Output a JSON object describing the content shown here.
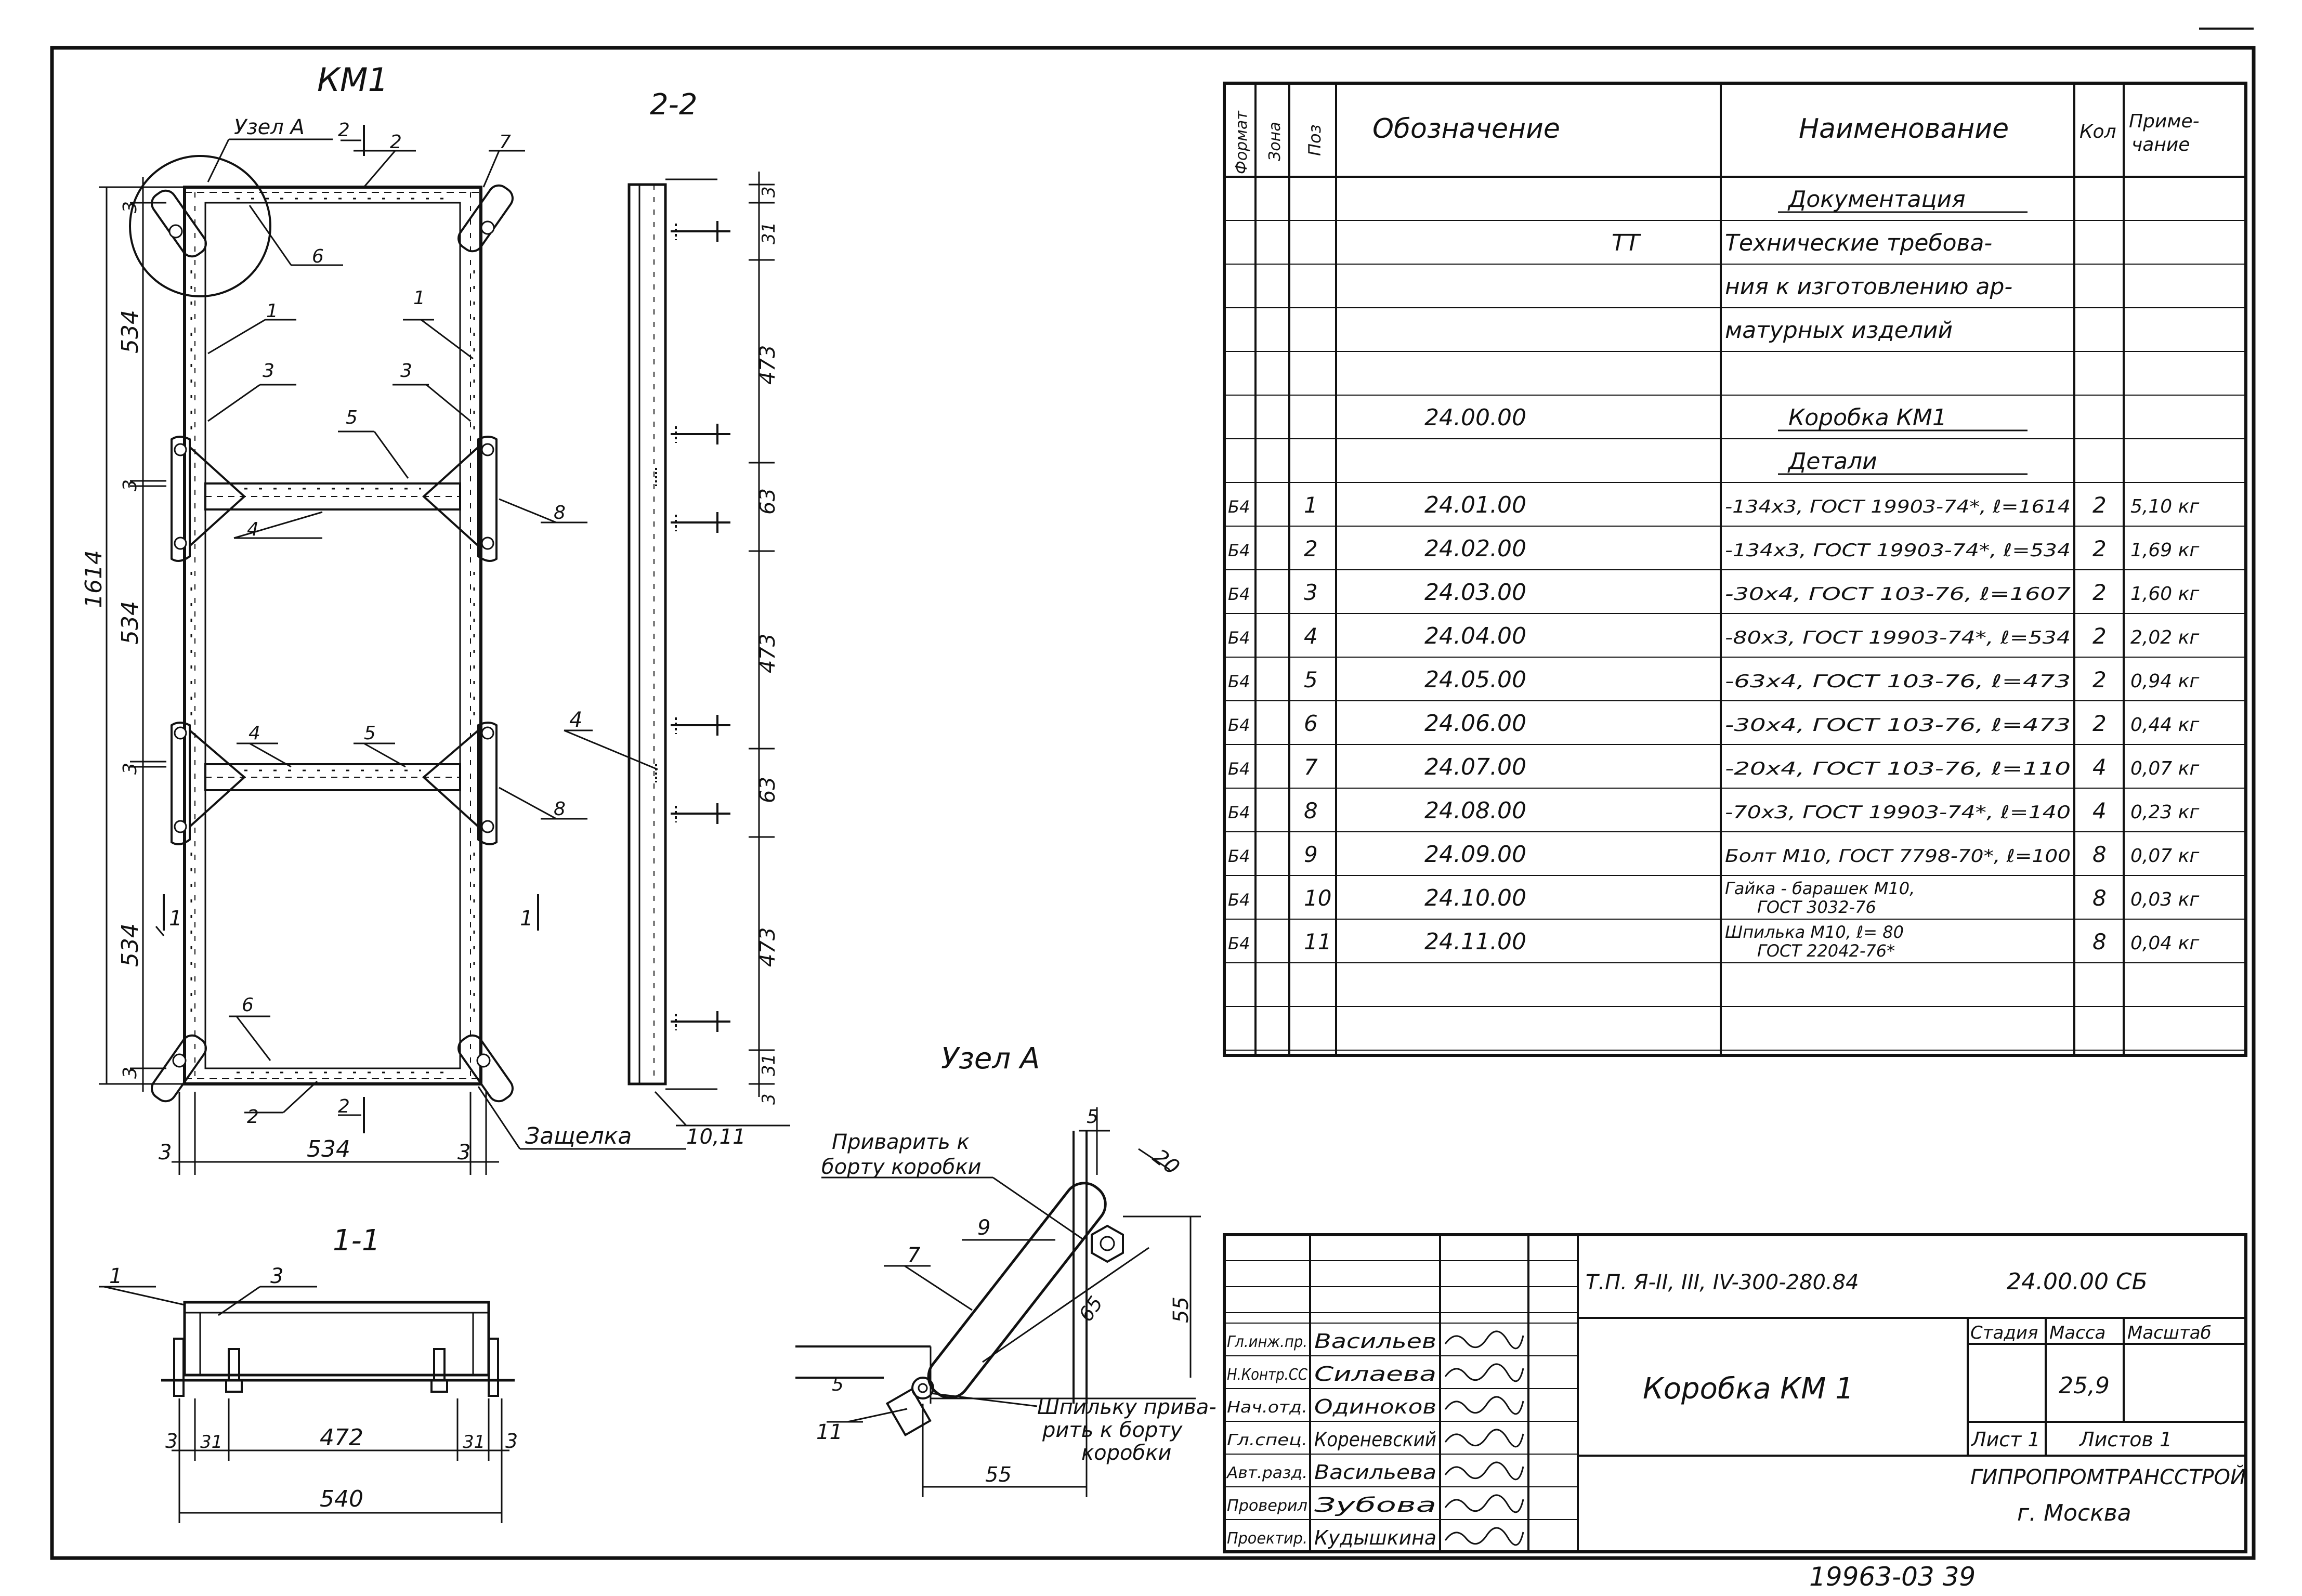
{
  "drawing": {
    "main_title": "КМ1",
    "node_a_ref": "Узел А",
    "sec22_title": "2-2",
    "sec11_title": "1-1",
    "node_a_title": "Узел А",
    "sec_marks": {
      "two": "2",
      "one": "1"
    },
    "main_labels": {
      "p1": "1",
      "p2": "2",
      "p3": "3",
      "p4": "4",
      "p5": "5",
      "p6": "6",
      "p7": "7",
      "p8": "8"
    },
    "main_dims": {
      "d3": "3",
      "d534": "534",
      "d1614": "1614"
    },
    "latch_label": "Защелка",
    "sec22_labels": {
      "p4": "4",
      "p1011": "10,11"
    },
    "sec22_dims": {
      "d3": "3",
      "d31": "31",
      "d473": "473",
      "d63": "63"
    },
    "sec11_labels": {
      "p1": "1",
      "p3": "3"
    },
    "sec11_dims": {
      "d3": "3",
      "d31": "31",
      "d472": "472",
      "d540": "540"
    },
    "node_labels": {
      "p7": "7",
      "p9": "9",
      "p11": "11"
    },
    "node_dims": {
      "d5": "5",
      "d20": "20",
      "d55": "55",
      "d65": "65"
    },
    "node_notes": {
      "weld1_l1": "Приварить к",
      "weld1_l2": "борту коробки",
      "weld2_l1": "Шпильку прива-",
      "weld2_l2": "рить к борту",
      "weld2_l3": "коробки"
    }
  },
  "spec": {
    "headers": {
      "format": "Формат",
      "zone": "Зона",
      "pos": "Поз",
      "designation": "Обозначение",
      "name": "Наименование",
      "qty": "Кол",
      "note_l1": "Приме-",
      "note_l2": "чание"
    },
    "doc_rows": [
      {
        "designation": "",
        "name": "Документация",
        "underline": true
      },
      {
        "designation": "ТТ",
        "name": "Технические требова-",
        "underline": false
      },
      {
        "designation": "",
        "name": "ния к изготовлению ар-",
        "underline": false
      },
      {
        "designation": "",
        "name": "матурных изделий",
        "underline": false
      },
      {
        "designation": "",
        "name": "",
        "underline": false
      },
      {
        "designation": "24.00.00",
        "name": "Коробка КМ1",
        "underline": true
      },
      {
        "designation": "",
        "name": "Детали",
        "underline": true
      }
    ],
    "parts": [
      {
        "format": "Б4",
        "pos": "1",
        "designation": "24.01.00",
        "name": "-134х3, ГОСТ 19903-74*, ℓ=1614",
        "qty": "2",
        "note": "5,10 кг"
      },
      {
        "format": "Б4",
        "pos": "2",
        "designation": "24.02.00",
        "name": "-134х3, ГОСТ 19903-74*, ℓ=534",
        "qty": "2",
        "note": "1,69 кг"
      },
      {
        "format": "Б4",
        "pos": "3",
        "designation": "24.03.00",
        "name": "-30х4, ГОСТ 103-76, ℓ=1607",
        "qty": "2",
        "note": "1,60 кг"
      },
      {
        "format": "Б4",
        "pos": "4",
        "designation": "24.04.00",
        "name": "-80х3, ГОСТ 19903-74*, ℓ=534",
        "qty": "2",
        "note": "2,02 кг"
      },
      {
        "format": "Б4",
        "pos": "5",
        "designation": "24.05.00",
        "name": "-63х4, ГОСТ 103-76, ℓ=473",
        "qty": "2",
        "note": "0,94 кг"
      },
      {
        "format": "Б4",
        "pos": "6",
        "designation": "24.06.00",
        "name": "-30х4, ГОСТ 103-76, ℓ=473",
        "qty": "2",
        "note": "0,44 кг"
      },
      {
        "format": "Б4",
        "pos": "7",
        "designation": "24.07.00",
        "name": "-20х4, ГОСТ 103-76, ℓ=110",
        "qty": "4",
        "note": "0,07 кг"
      },
      {
        "format": "Б4",
        "pos": "8",
        "designation": "24.08.00",
        "name": "-70х3, ГОСТ 19903-74*, ℓ=140",
        "qty": "4",
        "note": "0,23 кг"
      },
      {
        "format": "Б4",
        "pos": "9",
        "designation": "24.09.00",
        "name": "Болт М10, ГОСТ 7798-70*, ℓ=100",
        "qty": "8",
        "note": "0,07 кг"
      },
      {
        "format": "Б4",
        "pos": "10",
        "designation": "24.10.00",
        "name_l1": "Гайка - барашек М10,",
        "name_l2": "ГОСТ 3032-76",
        "qty": "8",
        "note": "0,03 кг"
      },
      {
        "format": "Б4",
        "pos": "11",
        "designation": "24.11.00",
        "name_l1": "Шпилька М10, ℓ= 80",
        "name_l2": "ГОСТ 22042-76*",
        "qty": "8",
        "note": "0,04 кг"
      }
    ]
  },
  "title_block": {
    "project": "Т.П. Я-II, III, IV-300-280.84",
    "code": "24.00.00 СБ",
    "product": "Коробка КМ 1",
    "stage_h": "Стадия",
    "mass_h": "Масса",
    "scale_h": "Масштаб",
    "mass": "25,9",
    "sheet": "Лист 1",
    "sheets": "Листов 1",
    "org_l1": "ГИПРОПРОМТРАНССТРОЙ",
    "org_l2": "г. Москва",
    "signers": [
      {
        "role": "Гл.инж.пр.",
        "name": "Васильев"
      },
      {
        "role": "Н.Контр.СС",
        "name": "Силаева"
      },
      {
        "role": "Нач.отд.",
        "name": "Одиноков"
      },
      {
        "role": "Гл.спец.",
        "name": "Кореневский"
      },
      {
        "role": "Авт.разд.",
        "name": "Васильева"
      },
      {
        "role": "Проверил",
        "name": "Зубова"
      },
      {
        "role": "Проектир.",
        "name": "Кудышкина"
      }
    ]
  },
  "stamp_number": "19963-03 39"
}
